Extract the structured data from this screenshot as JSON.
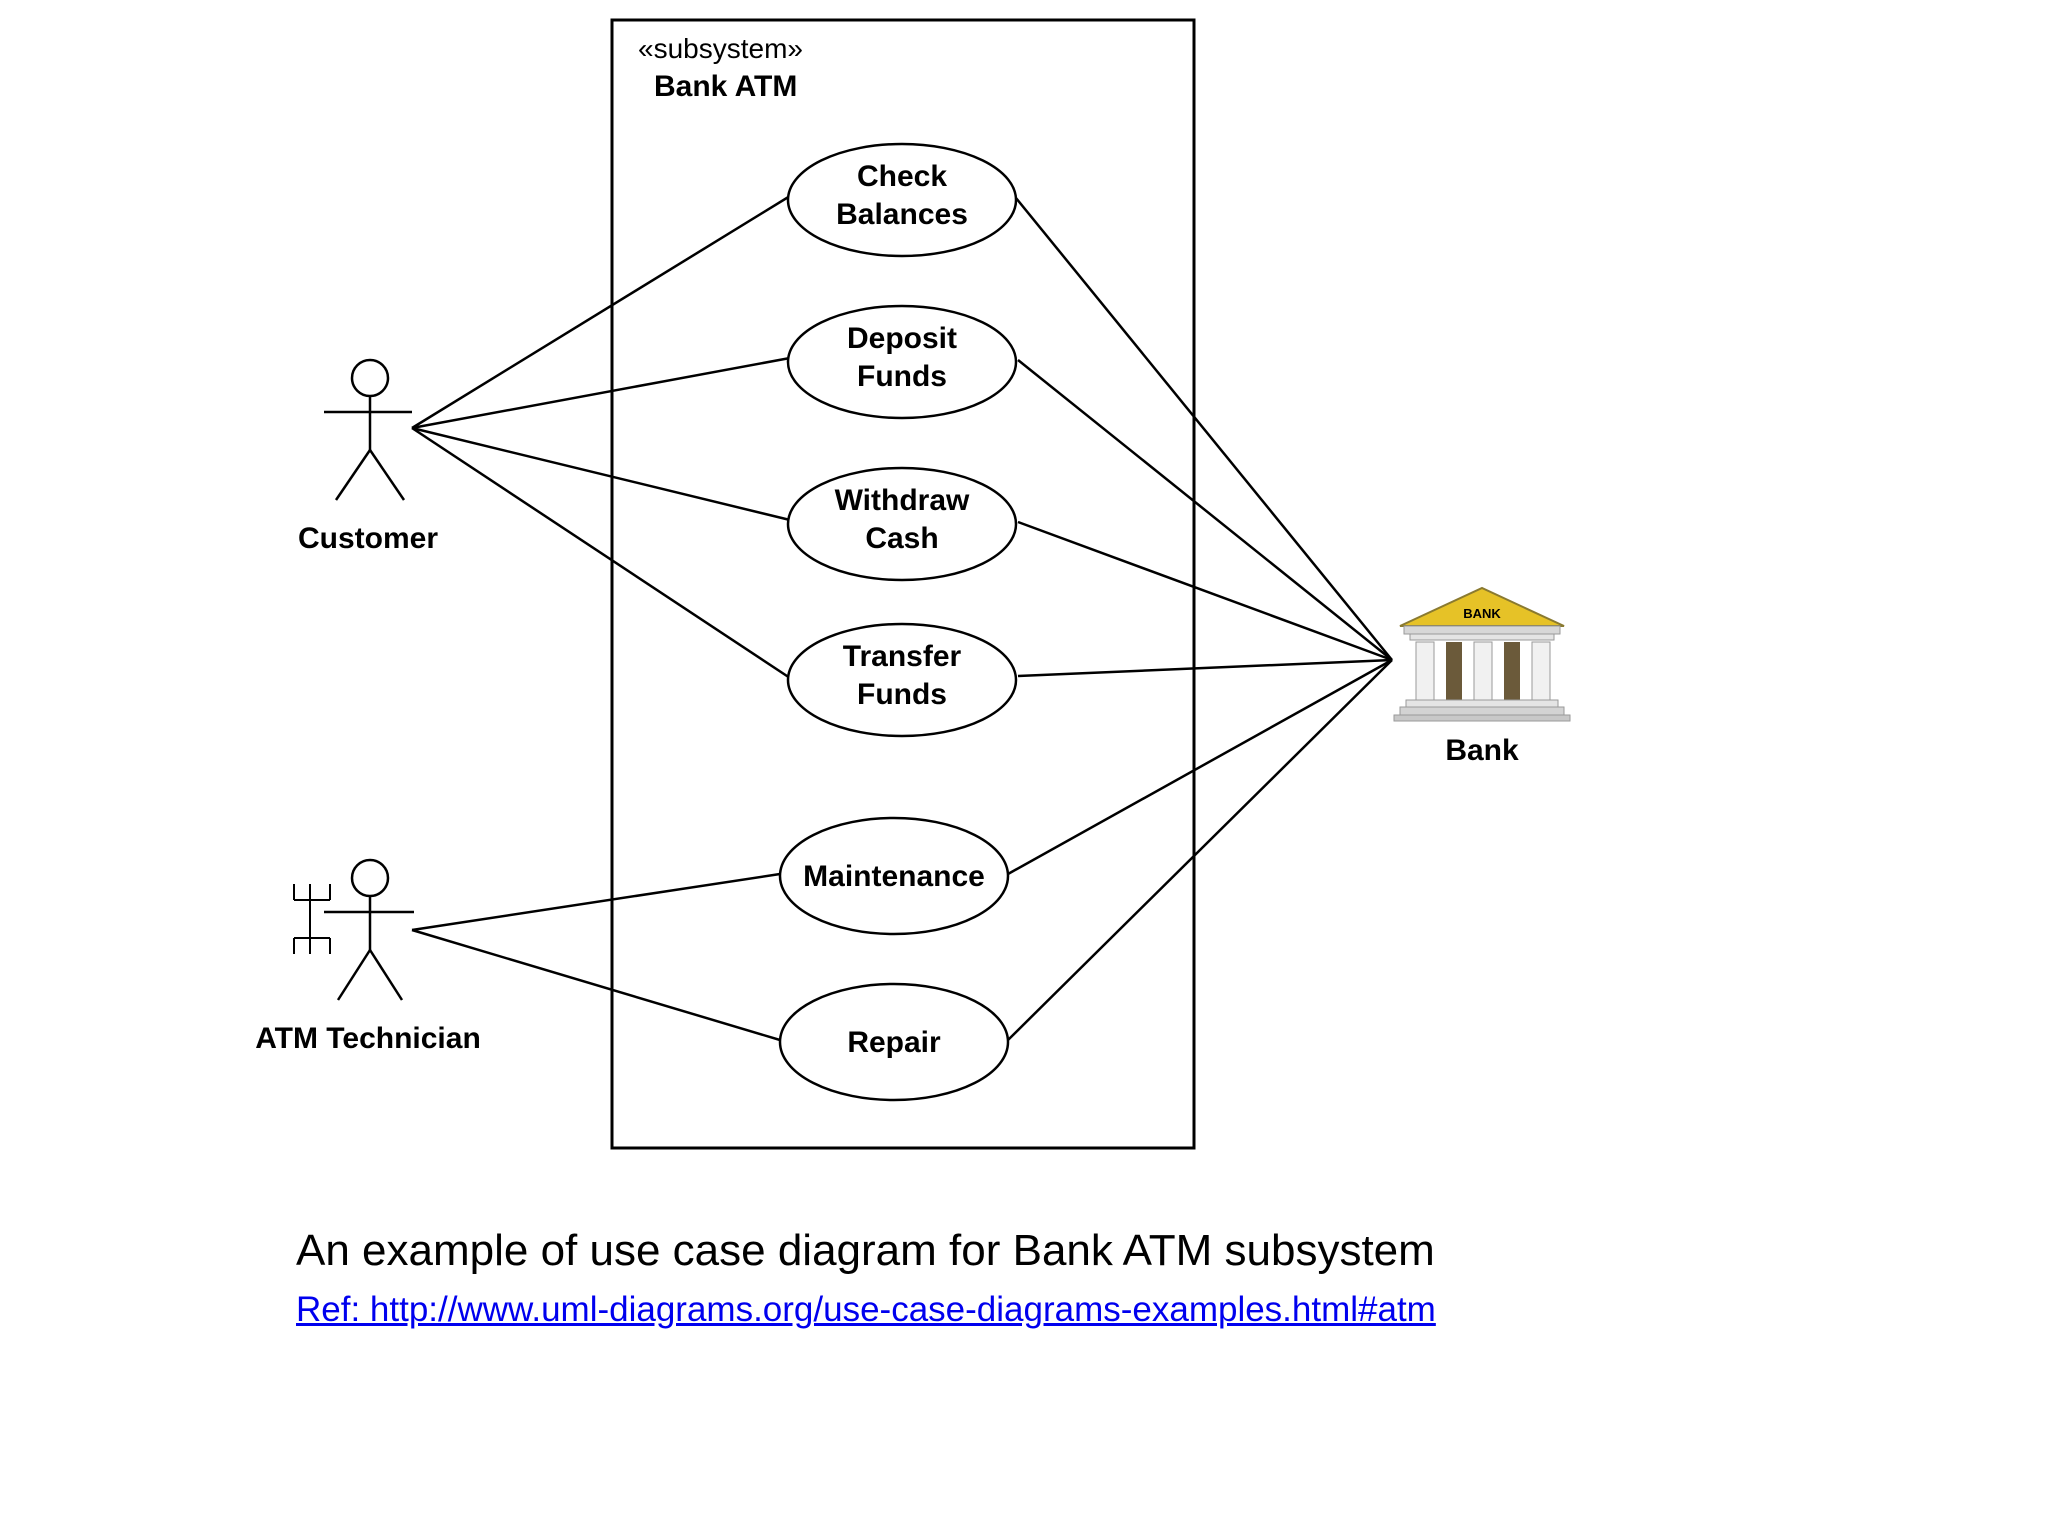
{
  "subsystem": {
    "stereotype": "«subsystem»",
    "name": "Bank ATM"
  },
  "actors": {
    "customer": "Customer",
    "technician": "ATM Technician",
    "bank": "Bank",
    "bank_sign": "BANK"
  },
  "use_cases": {
    "check_balances": [
      "Check",
      "Balances"
    ],
    "deposit_funds": [
      "Deposit",
      "Funds"
    ],
    "withdraw_cash": [
      "Withdraw",
      "Cash"
    ],
    "transfer_funds": [
      "Transfer",
      "Funds"
    ],
    "maintenance": "Maintenance",
    "repair": "Repair"
  },
  "caption": {
    "text": "An example of use case diagram for Bank ATM subsystem",
    "ref": "Ref: http://www.uml-diagrams.org/use-case-diagrams-examples.html#atm"
  },
  "colors": {
    "line": "#000000",
    "link": "#0000ee",
    "bank_roof": "#e6c227",
    "bank_column": "#6b5a3a"
  }
}
